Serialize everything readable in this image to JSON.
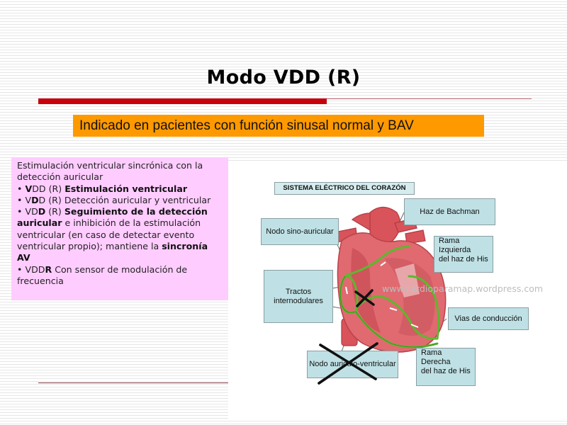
{
  "slide": {
    "title": "Modo VDD (R)",
    "banner": "Indicado en pacientes con función sinusal normal y BAV",
    "colors": {
      "title_bar": "#c8000a",
      "banner_bg": "#ff9900",
      "textbox_bg": "#ffccff",
      "label_bg": "#bfe1e5",
      "conduction_path": "#5cb82e"
    }
  },
  "textbox": {
    "intro": "Estimulación ventricular sincrónica con la detección auricular",
    "items": [
      {
        "bullet": "•",
        "code_bold": "V",
        "code_rest": "DD (R)",
        "text_bold": "Estimulación ventricular",
        "text_rest": ""
      },
      {
        "bullet": "•",
        "code_pre": "V",
        "code_bold": "D",
        "code_rest": "D (R)",
        "text": "Detección auricular y ventricular"
      },
      {
        "bullet": "•",
        "code_pre": "VD",
        "code_bold": "D",
        "code_rest": "(R)",
        "text_bold": "Seguimiento de la detección auricular",
        "text_rest": "e inhibición de la estimulación ventricular (en caso de detectar evento ventricular propio); mantiene la",
        "text_bold2": "sincronía AV"
      },
      {
        "bullet": "•",
        "code_pre": "VDD",
        "code_bold": "R",
        "text": "Con sensor de modulación de frecuencia"
      }
    ]
  },
  "diagram": {
    "title": "SISTEMA ELÉCTRICO DEL CORAZÓN",
    "watermark": "www.cardioparamap.wordpress.com",
    "labels": {
      "sa_node": "Nodo sino-auricular",
      "bachman": "Haz de Bachman",
      "left_branch": [
        "Rama",
        "Izquierda",
        "del haz de His"
      ],
      "internodal": [
        "Tractos",
        "internodulares"
      ],
      "conduction": "Vias de conducción",
      "av_node": "Nodo auriculo-ventricular",
      "right_branch": [
        "Rama",
        "Derecha",
        "del haz de His"
      ]
    },
    "crossed_out": [
      "Nodo auriculo-ventricular",
      "Tractos internodulares (AV junction)"
    ],
    "icons": {
      "heart": "heart-anatomy-illustration",
      "cross_marks": "x-mark-icon"
    }
  }
}
